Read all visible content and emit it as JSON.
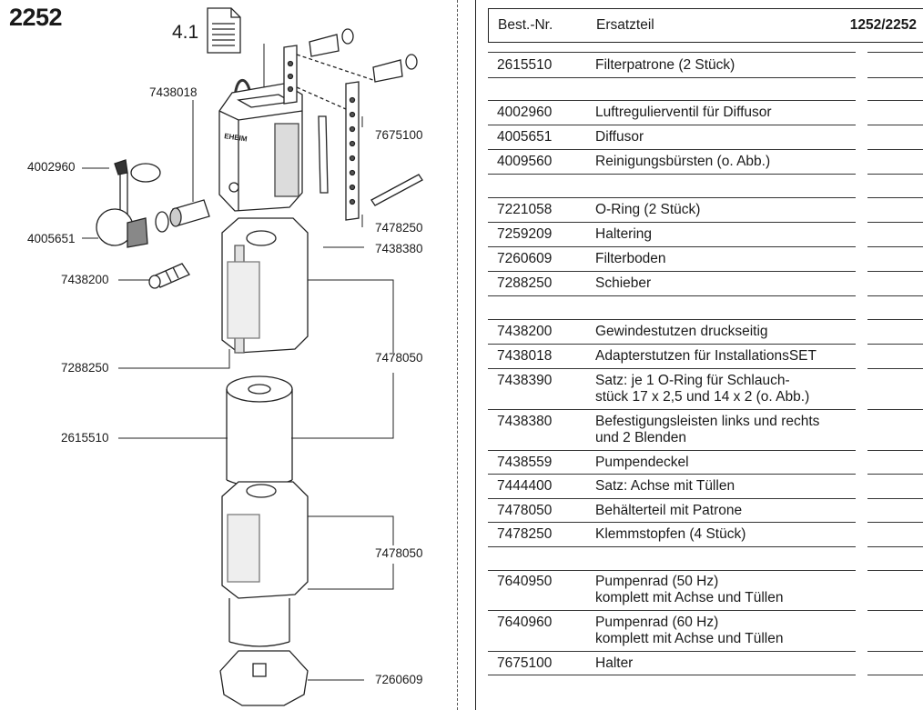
{
  "page": {
    "model": "2252",
    "doc_ref": "4.1"
  },
  "diagram_labels": {
    "p7438018": "7438018",
    "p7675100": "7675100",
    "p4002960": "4002960",
    "p4005651": "4005651",
    "p7478250": "7478250",
    "p7438380": "7438380",
    "p7438200": "7438200",
    "p7478050a": "7478050",
    "p7288250": "7288250",
    "p2615510": "2615510",
    "p7478050b": "7478050",
    "p7260609": "7260609",
    "logo": "EHEIM"
  },
  "table": {
    "headers": {
      "nr": "Best.-Nr.",
      "name": "Ersatzteil",
      "model": "1252/2252"
    },
    "rows": [
      {
        "nr": "2615510",
        "name": "Filterpatrone (2 Stück)"
      },
      {
        "nr": "4002960",
        "name": "Luftregulierventil für Diffusor"
      },
      {
        "nr": "4005651",
        "name": "Diffusor"
      },
      {
        "nr": "4009560",
        "name": "Reinigungsbürsten (o. Abb.)"
      },
      {
        "nr": "7221058",
        "name": "O-Ring (2 Stück)"
      },
      {
        "nr": "7259209",
        "name": "Haltering"
      },
      {
        "nr": "7260609",
        "name": "Filterboden"
      },
      {
        "nr": "7288250",
        "name": "Schieber"
      },
      {
        "nr": "7438200",
        "name": "Gewindestutzen druckseitig"
      },
      {
        "nr": "7438018",
        "name": "Adapterstutzen für InstallationsSET"
      },
      {
        "nr": "7438390",
        "name": "Satz: je 1 O-Ring für Schlauch-",
        "name2": "stück 17 x 2,5 und 14 x 2 (o. Abb.)"
      },
      {
        "nr": "7438380",
        "name": "Befestigungsleisten links und rechts",
        "name2": "und 2 Blenden"
      },
      {
        "nr": "7438559",
        "name": "Pumpendeckel"
      },
      {
        "nr": "7444400",
        "name": "Satz: Achse mit Tüllen"
      },
      {
        "nr": "7478050",
        "name": "Behälterteil mit Patrone"
      },
      {
        "nr": "7478250",
        "name": "Klemmstopfen (4 Stück)"
      },
      {
        "nr": "7640950",
        "name": "Pumpenrad (50 Hz)",
        "name2": "komplett mit Achse und Tüllen"
      },
      {
        "nr": "7640960",
        "name": "Pumpenrad (60 Hz)",
        "name2": "komplett mit Achse und Tüllen"
      },
      {
        "nr": "7675100",
        "name": "Halter"
      }
    ]
  }
}
